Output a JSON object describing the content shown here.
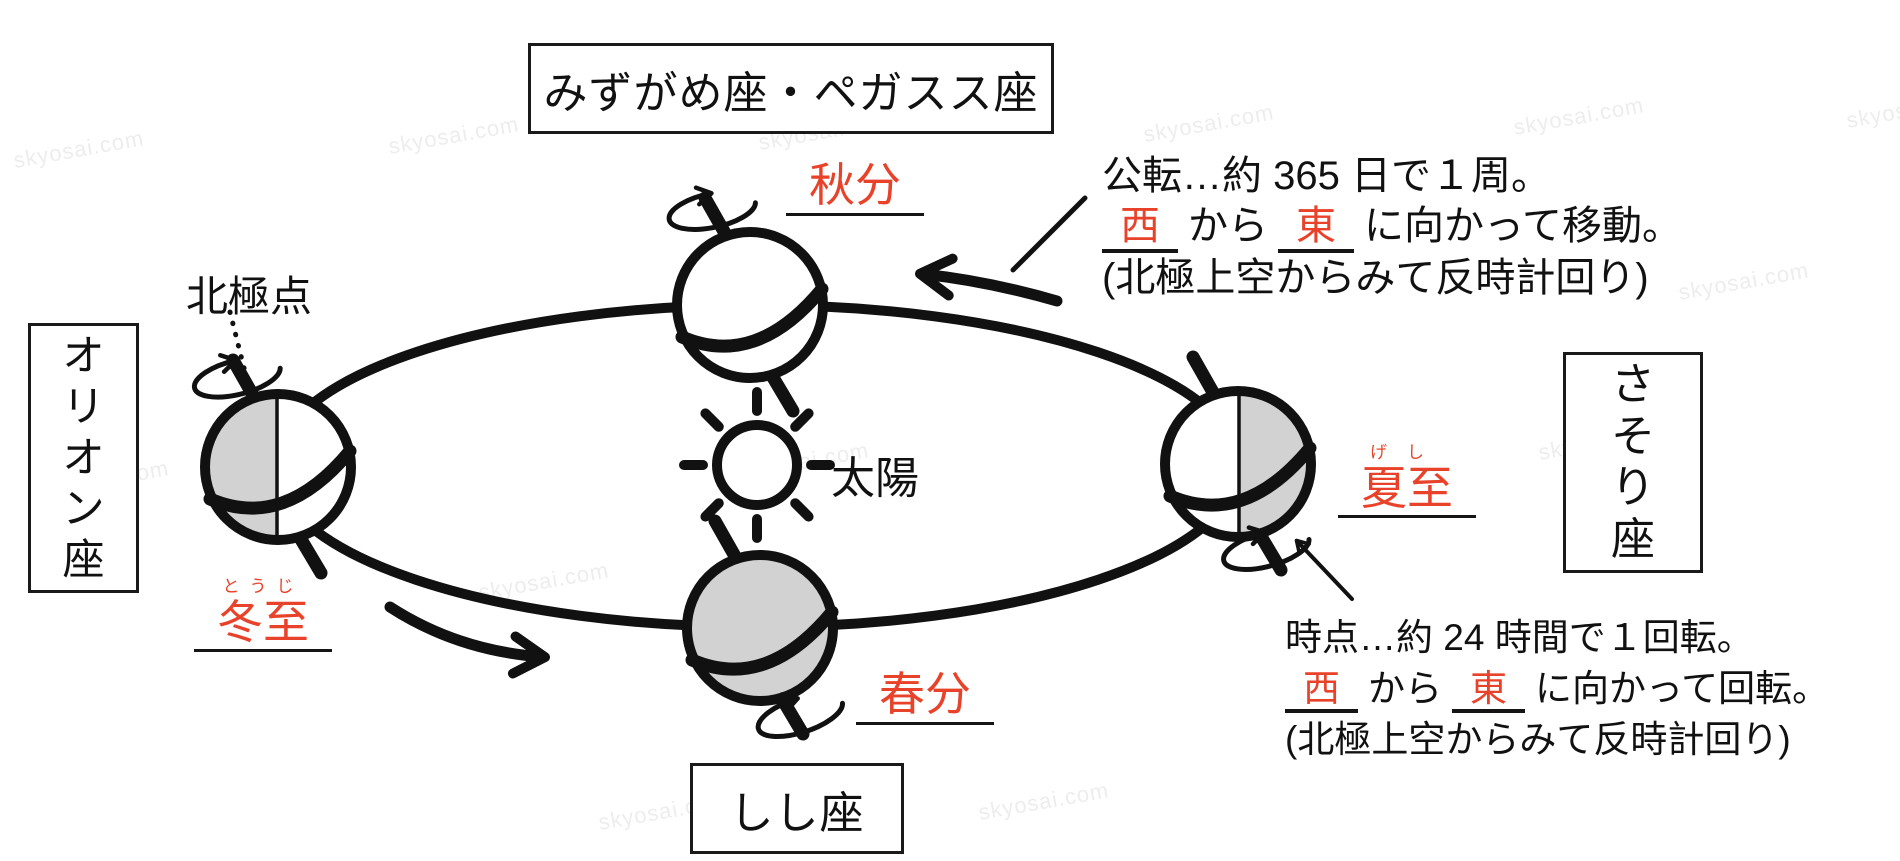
{
  "watermark": "skyosai.com",
  "colors": {
    "accent_red": "#e8432a",
    "ink_black": "#111111",
    "shade_gray": "#d2d2d2"
  },
  "constellation_boxes": {
    "top": "みずがめ座・ペガスス座",
    "left": "オリオン座",
    "right": "さそり座",
    "bottom": "しし座"
  },
  "labels": {
    "north_pole": "北極点",
    "sun": "太陽",
    "autumn_equinox": "秋分",
    "winter_solstice": "冬至",
    "winter_solstice_furigana": "とうじ",
    "summer_solstice": "夏至",
    "summer_solstice_furigana": "げし",
    "spring_equinox": "春分"
  },
  "notes": {
    "revolution": {
      "line1": "公転…約 365 日で１周。",
      "blank1": "西",
      "between": "から",
      "blank2": "東",
      "line2_end": "に向かって移動。",
      "line3": "(北極上空からみて反時計回り)"
    },
    "rotation": {
      "line1": "時点…約 24 時間で１回転。",
      "blank1": "西",
      "between": "から",
      "blank2": "東",
      "line2_end": "に向かって回転。",
      "line3": "(北極上空からみて反時計回り)"
    }
  }
}
